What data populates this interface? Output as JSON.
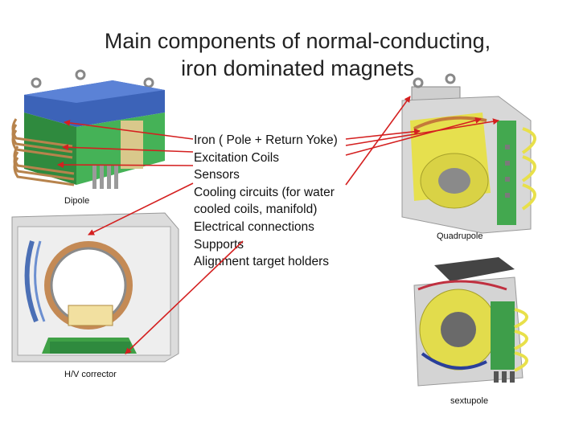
{
  "title": {
    "line1": "Main components of normal-conducting,",
    "line2": "iron dominated magnets"
  },
  "components": [
    "Iron ( Pole + Return Yoke)",
    "Excitation Coils",
    "Sensors",
    "Cooling circuits (for water",
    "cooled coils, manifold)",
    "Electrical connections",
    "Supports",
    "Alignment target holders"
  ],
  "captions": {
    "dipole": "Dipole",
    "corrector": "H/V corrector",
    "quadrupole": "Quadrupole",
    "sextupole": "sextupole"
  },
  "colors": {
    "arrow": "#d42020",
    "yoke_blue": "#3c63b8",
    "yoke_green": "#3aa04a",
    "coil_orange": "#c98a4a",
    "coil_yellow": "#e8e04a"
  }
}
